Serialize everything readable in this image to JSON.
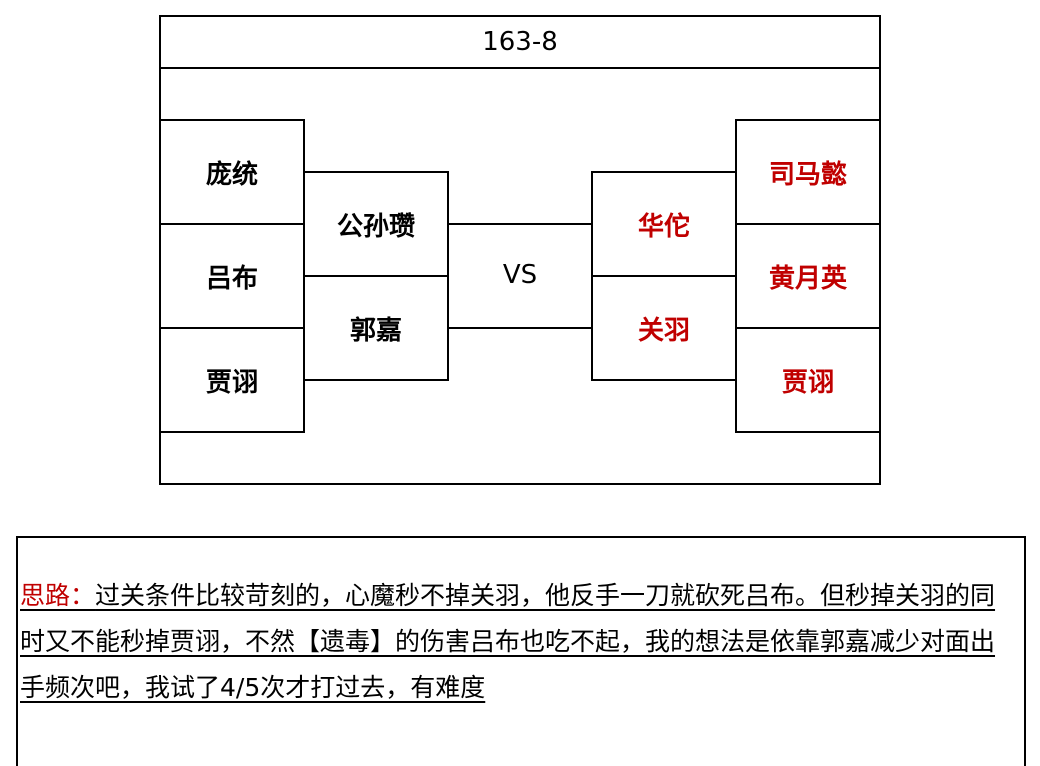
{
  "title": "163-8",
  "vs": "VS",
  "colors": {
    "ally": "#000000",
    "enemy": "#c00000"
  },
  "left_back": [
    "庞统",
    "吕布",
    "贾诩"
  ],
  "left_front": [
    "公孙瓒",
    "郭嘉"
  ],
  "right_front": [
    "华佗",
    "关羽"
  ],
  "right_back": [
    "司马懿",
    "黄月英",
    "贾诩"
  ],
  "note": {
    "label": "思路：",
    "text": "过关条件比较苛刻的，心魔秒不掉关羽，他反手一刀就砍死吕布。但秒掉关羽的同时又不能秒掉贾诩，不然【遗毒】的伤害吕布也吃不起，我的想法是依靠郭嘉减少对面出手频次吧，我试了4/5次才打过去，有难度"
  }
}
